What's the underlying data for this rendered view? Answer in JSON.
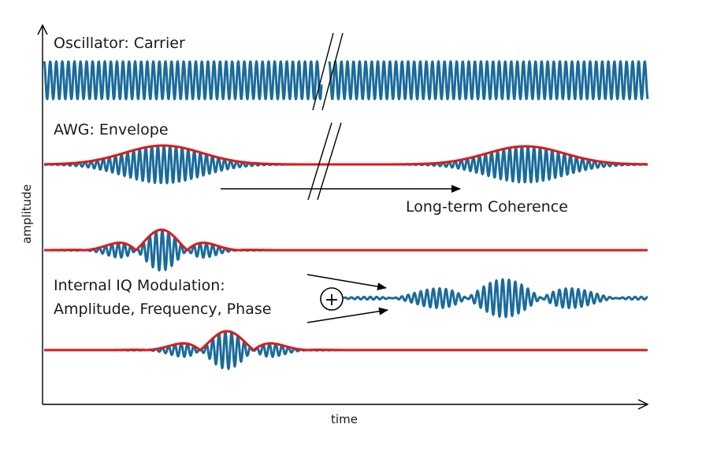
{
  "labels": {
    "oscillator": "Oscillator: Carrier",
    "awg": "AWG: Envelope",
    "coherence": "Long-term Coherence",
    "iq_line1": "Internal IQ Modulation:",
    "iq_line2": "Amplitude, Frequency, Phase"
  },
  "axes": {
    "x_label": "time",
    "y_label": "amplitude"
  },
  "colors": {
    "waveform": "#1a6b9a",
    "envelope": "#e0191b",
    "axis": "#000000"
  },
  "symbols": {
    "sum": "+"
  }
}
